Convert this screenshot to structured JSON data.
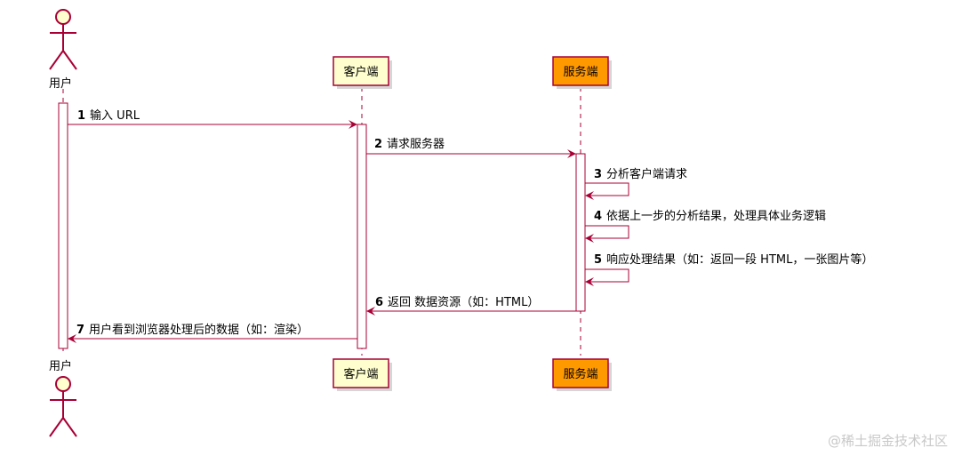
{
  "colors": {
    "line": "#a80036",
    "client_fill": "#fefece",
    "server_fill": "#ff9900",
    "actor_fill": "#fefece",
    "activation_fill": "#ffffff"
  },
  "participants": {
    "user": {
      "name": "用户",
      "icon": "stick-figure-actor-icon"
    },
    "client": {
      "name": "客户端"
    },
    "server": {
      "name": "服务端"
    }
  },
  "messages": [
    {
      "num": "1",
      "text": "输入 URL"
    },
    {
      "num": "2",
      "text": "请求服务器"
    },
    {
      "num": "3",
      "text": "分析客户端请求"
    },
    {
      "num": "4",
      "text": "依据上一步的分析结果，处理具体业务逻辑"
    },
    {
      "num": "5",
      "text": "响应处理结果（如：返回一段 HTML，一张图片等）"
    },
    {
      "num": "6",
      "text": "返回 数据资源（如：HTML）"
    },
    {
      "num": "7",
      "text": "用户看到浏览器处理后的数据（如：渲染）"
    }
  ],
  "watermark": "@稀土掘金技术社区"
}
